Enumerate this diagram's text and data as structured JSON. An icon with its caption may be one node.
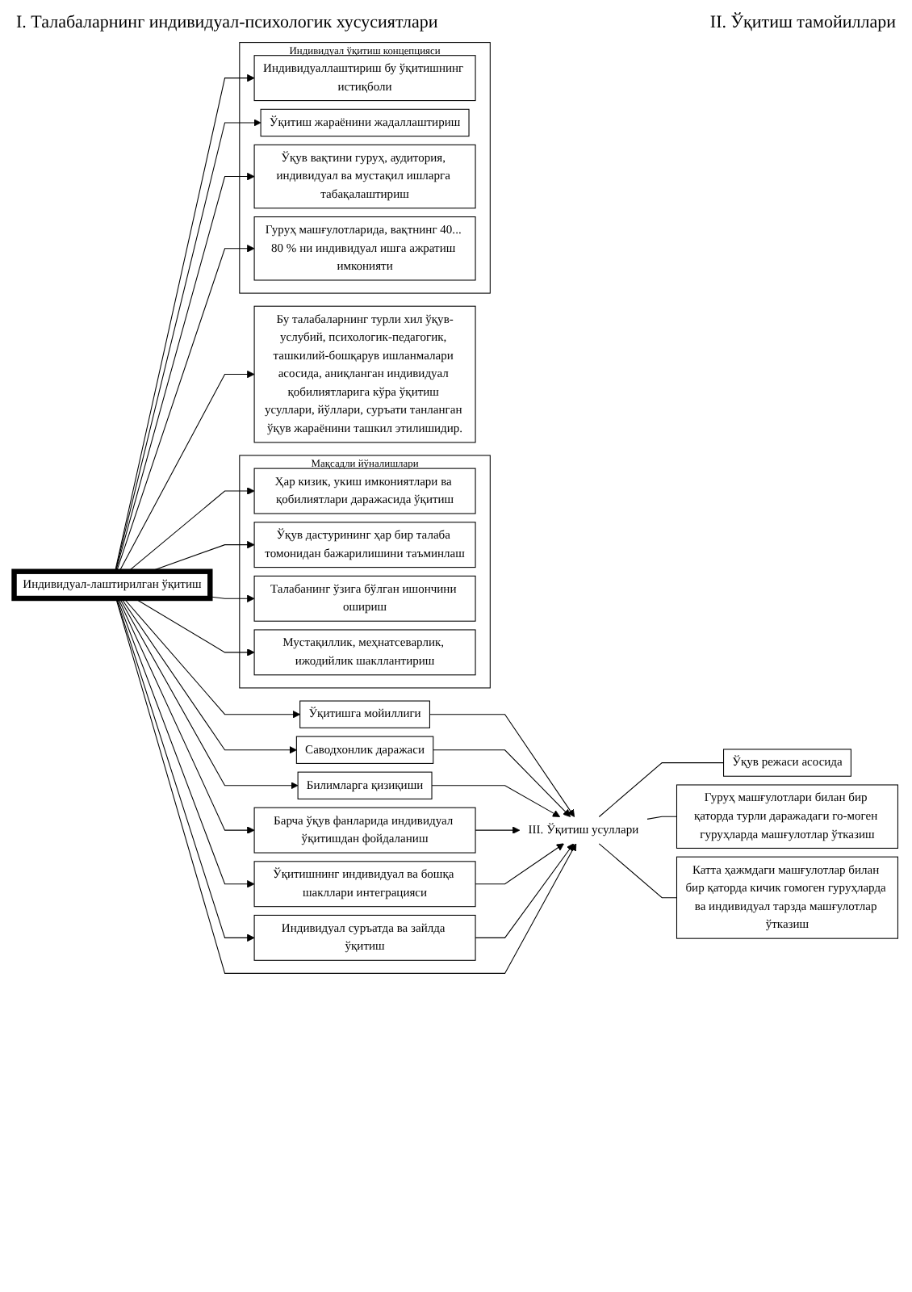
{
  "diagram": {
    "nodes": [
      {
        "text": [
          "Бу талабаларнинг турли хил ўқув-услубий, психологик-педагогик, ташкилий-бошқарув ишланмалари асосида, аниқланган индивидуал қобилиятларига кўра ўқитиш усуллари, йўллари, суръати танланган ўқув жараёнини ташкил этилишидир."
        ]
      },
      {
        "text": [
          "Мақсадли йўналишлари"
        ]
      },
      {
        "text": [
          "Ҳар кизик, укиш имкониятлари ва қобилиятлари даражасида ўқитиш"
        ],
        "in": 1
      },
      {
        "text": [
          "Ўқув дастурининг ҳар бир талаба томонидан бажарилишини таъминлаш"
        ],
        "in": 1
      },
      {
        "text": [
          "Талабанинг ўзига бўлган ишончини ошириш"
        ],
        "in": 1
      },
      {
        "text": [
          "Мустақиллик, меҳнатсеварлик, ижодийлик шакллантириш"
        ],
        "in": 1
      },
      {
        "text": [
          "Индивидуал-лаштирилган ўқитиш"
        ]
      },
      {
        "text": [
          "Индивидуал ўқитиш концепцияси"
        ]
      },
      {
        "text": [
          "Индивидуаллаштириш бу ўқитишнинг истиқболи"
        ],
        "in": 7
      },
      {
        "text": [
          "Ўқитиш жараёнини жадаллаштириш"
        ],
        "in": 7
      },
      {
        "text": [
          "Ўқув вақтини гуруҳ, аудитория, индивидуал ва мустақил ишларга табақалаштириш"
        ],
        "in": 7
      },
      {
        "text": [
          "Гуруҳ машғулотларида, вақтнинг 40... 80 % ни индивидуал ишга ажратиш имконияти"
        ],
        "in": 7
      },
      {
        "text": [
          "Ўқитишга мойиллиги"
        ]
      },
      {
        "text": [
          "Саводхонлик даражаси"
        ]
      },
      {
        "text": [
          "Билимларга қизиқиши"
        ]
      },
      {
        "text": [
          "Барча ўқув фанларида индивидуал ўқитишдан фойдаланиш"
        ]
      },
      {
        "text": [
          "Ўқитишнинг индивидуал ва бошқа шакллари интеграцияси"
        ]
      },
      {
        "text": [
          "Индивидуал суръатда ва зайлда ўқитиш"
        ]
      },
      {
        "text": [
          "III. Ўқитиш усуллари"
        ]
      },
      {
        "text": [
          "Ўқув режаси асосида"
        ]
      },
      {
        "text": [
          "Гуруҳ машғулотлари билан бир қаторда турли даражадаги го-моген гуруҳларда машғулотлар ўтказиш"
        ]
      },
      {
        "text": [
          "Катта ҳажмдаги машғулотлар билан бир қаторда кичик гомоген гуруҳларда ва индивидуал тарзда машғулотлар ўтказиш"
        ]
      }
    ],
    "edges": [
      {
        "from": 6,
        "to": 0,
        "arrow": "to"
      },
      {
        "from": 6,
        "to": 2,
        "arrow": "to"
      },
      {
        "from": 6,
        "to": 3,
        "arrow": "to"
      },
      {
        "from": 6,
        "to": 4,
        "arrow": "to"
      },
      {
        "from": 6,
        "to": 5,
        "arrow": "to"
      },
      {
        "from": 6,
        "to": 8,
        "arrow": "to"
      },
      {
        "from": 6,
        "to": 9,
        "arrow": "to"
      },
      {
        "from": 6,
        "to": 10,
        "arrow": "to"
      },
      {
        "from": 6,
        "to": 11,
        "arrow": "to"
      },
      {
        "from": 6,
        "to": 12,
        "arrow": "to"
      },
      {
        "from": 6,
        "to": 13,
        "arrow": "to"
      },
      {
        "from": 6,
        "to": 14,
        "arrow": "to"
      },
      {
        "from": 6,
        "to": 15,
        "arrow": "to"
      },
      {
        "from": 6,
        "to": 16,
        "arrow": "to"
      },
      {
        "from": 6,
        "to": 17,
        "arrow": "to"
      },
      {
        "from": 12,
        "to": 18,
        "arrow": "to"
      },
      {
        "from": 13,
        "to": 18,
        "arrow": "to"
      },
      {
        "from": 14,
        "to": 18,
        "arrow": "to"
      },
      {
        "from": 15,
        "to": 18,
        "arrow": "to"
      },
      {
        "from": 16,
        "to": 18,
        "arrow": "to"
      },
      {
        "from": 17,
        "to": 18,
        "arrow": "to"
      },
      {
        "from": 6,
        "to": 18,
        "arrow": "to"
      },
      {
        "from": 18,
        "to": 19,
        "arrow": "none"
      },
      {
        "from": 18,
        "to": 20,
        "arrow": "none"
      },
      {
        "from": 18,
        "to": 21,
        "arrow": "none"
      }
    ],
    "labels": [
      "I. Талабаларнинг индивидуал-психологик хусусиятлари",
      "II. Ўқитиш тамойиллари"
    ]
  }
}
